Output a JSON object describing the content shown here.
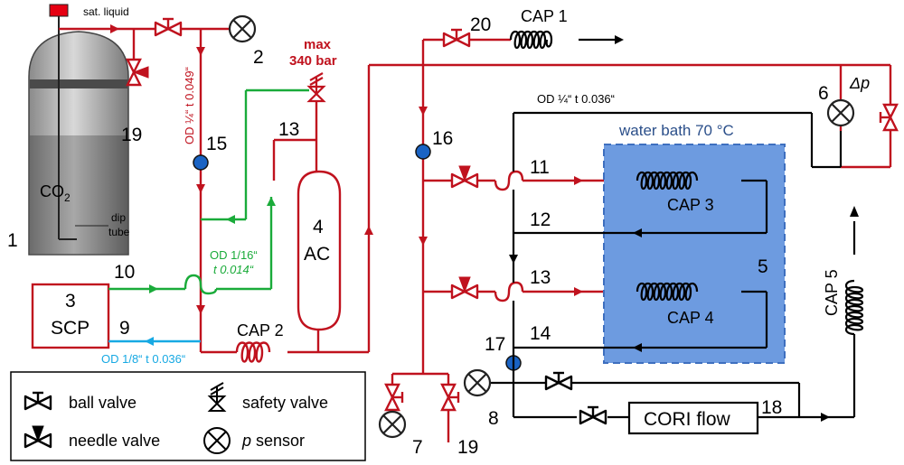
{
  "colors": {
    "co2_line": "#c0121e",
    "green_line": "#1aab3a",
    "blue_line": "#17a9e3",
    "black_line": "#000000",
    "water_bath_fill": "#6d9be0",
    "water_bath_border": "#3e6fbf",
    "sensor_dot": "#1a63c4"
  },
  "cylinder": {
    "number": "1",
    "content": "CO",
    "content_sub": "2",
    "outlet_label": "sat. liquid",
    "dip_tube_line1": "dip",
    "dip_tube_line2": "tube"
  },
  "components": {
    "scp_number": "3",
    "scp_label": "SCP",
    "ac_number": "4",
    "ac_label": "AC",
    "water_bath_number": "5",
    "water_bath_label": "water bath 70 °C",
    "cori_label": "CORI flow",
    "cap1": "CAP 1",
    "cap2": "CAP 2",
    "cap3": "CAP 3",
    "cap4": "CAP 4",
    "cap5": "CAP 5",
    "dp_label": "Δp",
    "safety_valve_line1": "max",
    "safety_valve_line2": "340 bar"
  },
  "numbers": {
    "n2": "2",
    "n6": "6",
    "n7": "7",
    "n8": "8",
    "n9": "9",
    "n10": "10",
    "n11": "11",
    "n12": "12",
    "n13a": "13",
    "n13b": "13",
    "n14": "14",
    "n15": "15",
    "n16": "16",
    "n17": "17",
    "n18": "18",
    "n19a": "19",
    "n19b": "19",
    "n20": "20"
  },
  "tubing": {
    "red_od": "OD ¼“ t 0.049“",
    "black_od": "OD ¼“ t 0.036“",
    "green_od_line1": "OD 1/16“",
    "green_od_line2": "t 0.014“",
    "blue_od": "OD 1/8“ t 0.036“"
  },
  "legend": {
    "ball_valve": "ball valve",
    "needle_valve": "needle valve",
    "safety_valve": "safety valve",
    "p_sensor_italic": "p",
    "p_sensor_rest": " sensor"
  }
}
